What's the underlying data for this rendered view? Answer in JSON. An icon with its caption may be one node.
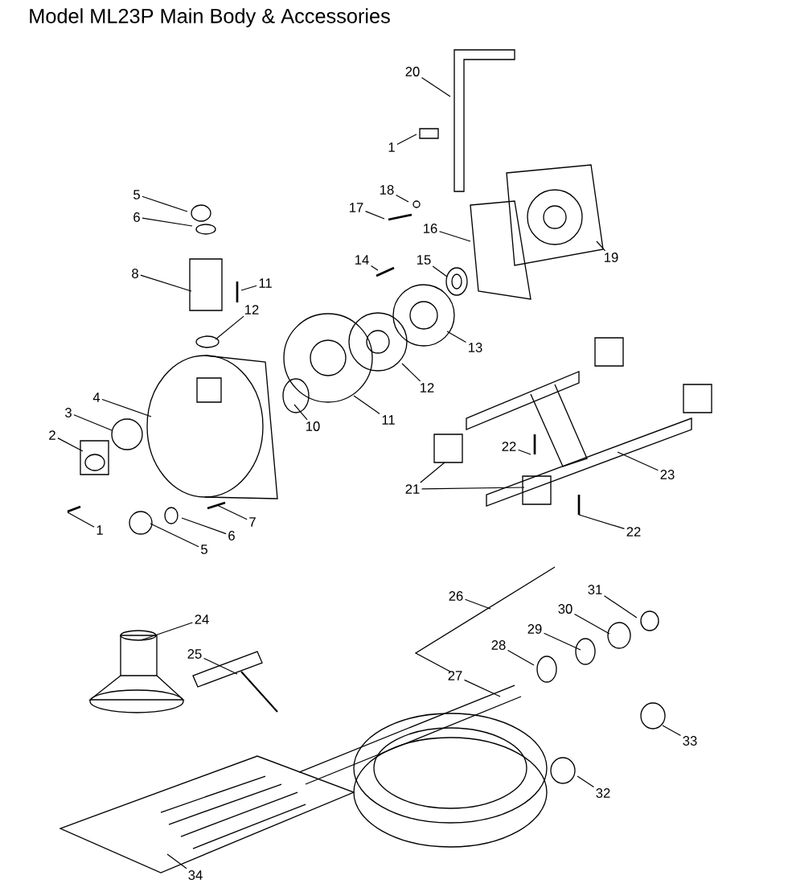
{
  "diagram": {
    "title": "Model ML23P Main Body & Accessories",
    "nodes": [
      {
        "text": [
          "20"
        ]
      },
      {
        "text": [
          "1"
        ]
      },
      {
        "text": [
          "18"
        ]
      },
      {
        "text": [
          "17"
        ]
      },
      {
        "text": [
          "16"
        ]
      },
      {
        "text": [
          "19"
        ]
      },
      {
        "text": [
          "5"
        ]
      },
      {
        "text": [
          "6"
        ]
      },
      {
        "text": [
          "8"
        ]
      },
      {
        "text": [
          "11"
        ]
      },
      {
        "text": [
          "12"
        ]
      },
      {
        "text": [
          "14"
        ]
      },
      {
        "text": [
          "15"
        ]
      },
      {
        "text": [
          "13"
        ]
      },
      {
        "text": [
          "12"
        ]
      },
      {
        "text": [
          "11"
        ]
      },
      {
        "text": [
          "10"
        ]
      },
      {
        "text": [
          "4"
        ]
      },
      {
        "text": [
          "3"
        ]
      },
      {
        "text": [
          "2"
        ]
      },
      {
        "text": [
          "1"
        ]
      },
      {
        "text": [
          "5"
        ]
      },
      {
        "text": [
          "6"
        ]
      },
      {
        "text": [
          "7"
        ]
      },
      {
        "text": [
          "22"
        ]
      },
      {
        "text": [
          "23"
        ]
      },
      {
        "text": [
          "21"
        ]
      },
      {
        "text": [
          "22"
        ]
      },
      {
        "text": [
          "24"
        ]
      },
      {
        "text": [
          "25"
        ]
      },
      {
        "text": [
          "26"
        ]
      },
      {
        "text": [
          "31"
        ]
      },
      {
        "text": [
          "30"
        ]
      },
      {
        "text": [
          "29"
        ]
      },
      {
        "text": [
          "28"
        ]
      },
      {
        "text": [
          "27"
        ]
      },
      {
        "text": [
          "33"
        ]
      },
      {
        "text": [
          "32"
        ]
      },
      {
        "text": [
          "34"
        ]
      }
    ],
    "edges": [
      {
        "from": 0,
        "to": null,
        "arrow": "none"
      },
      {
        "from": 1,
        "to": null,
        "arrow": "none"
      },
      {
        "from": 2,
        "to": null,
        "arrow": "none"
      },
      {
        "from": 3,
        "to": null,
        "arrow": "none"
      },
      {
        "from": 4,
        "to": null,
        "arrow": "none"
      },
      {
        "from": 5,
        "to": null,
        "arrow": "none"
      },
      {
        "from": 6,
        "to": null,
        "arrow": "none"
      },
      {
        "from": 7,
        "to": null,
        "arrow": "none"
      },
      {
        "from": 8,
        "to": null,
        "arrow": "none"
      },
      {
        "from": 9,
        "to": null,
        "arrow": "none"
      },
      {
        "from": 10,
        "to": null,
        "arrow": "none"
      },
      {
        "from": 11,
        "to": null,
        "arrow": "none"
      },
      {
        "from": 12,
        "to": null,
        "arrow": "none"
      },
      {
        "from": 13,
        "to": null,
        "arrow": "none"
      },
      {
        "from": 14,
        "to": null,
        "arrow": "none"
      },
      {
        "from": 15,
        "to": null,
        "arrow": "none"
      },
      {
        "from": 16,
        "to": null,
        "arrow": "none"
      },
      {
        "from": 17,
        "to": null,
        "arrow": "none"
      },
      {
        "from": 18,
        "to": null,
        "arrow": "none"
      },
      {
        "from": 19,
        "to": null,
        "arrow": "none"
      },
      {
        "from": 20,
        "to": null,
        "arrow": "none"
      },
      {
        "from": 21,
        "to": null,
        "arrow": "none"
      },
      {
        "from": 22,
        "to": null,
        "arrow": "none"
      },
      {
        "from": 23,
        "to": null,
        "arrow": "none"
      },
      {
        "from": 24,
        "to": null,
        "arrow": "none"
      },
      {
        "from": 25,
        "to": null,
        "arrow": "none"
      },
      {
        "from": 26,
        "to": null,
        "arrow": "none"
      },
      {
        "from": 26,
        "to": null,
        "arrow": "none"
      },
      {
        "from": 27,
        "to": null,
        "arrow": "none"
      },
      {
        "from": 28,
        "to": null,
        "arrow": "none"
      },
      {
        "from": 29,
        "to": null,
        "arrow": "none"
      },
      {
        "from": 30,
        "to": null,
        "arrow": "none"
      },
      {
        "from": 31,
        "to": null,
        "arrow": "none"
      },
      {
        "from": 32,
        "to": null,
        "arrow": "none"
      },
      {
        "from": 33,
        "to": null,
        "arrow": "none"
      },
      {
        "from": 34,
        "to": null,
        "arrow": "none"
      },
      {
        "from": 35,
        "to": null,
        "arrow": "none"
      },
      {
        "from": 36,
        "to": null,
        "arrow": "none"
      },
      {
        "from": 37,
        "to": null,
        "arrow": "none"
      },
      {
        "from": 38,
        "to": null,
        "arrow": "none"
      }
    ]
  }
}
